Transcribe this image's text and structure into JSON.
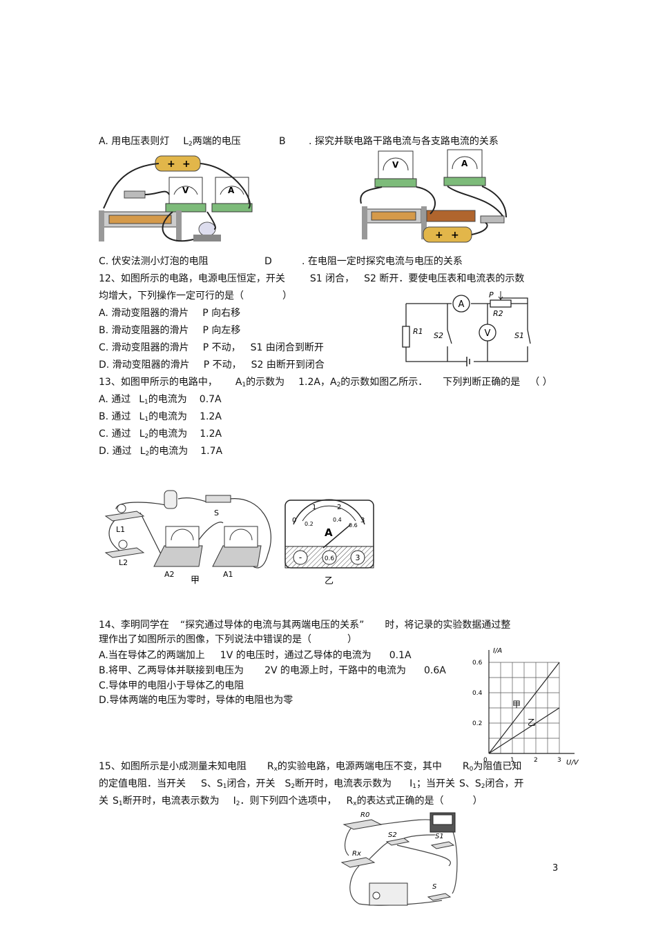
{
  "q11": {
    "optA": "A.  用电压表则灯",
    "optA_var": "L",
    "optA_sub": "2",
    "optA_tail": "两端的电压",
    "optB_letter": "B",
    "optB": ". 探究并联电路干路电流与各支路电流的关系",
    "optC": "C.  伏安法测小灯泡的电阻",
    "optD_letter": "D",
    "optD": ". 在电阻一定时探究电流与电压的关系"
  },
  "q12": {
    "stem1": "12、如图所示的电路，电源电压恒定，开关",
    "stem1b": "S1 闭合，",
    "stem1c": "S2 断开．要使电压表和电流表的示数",
    "stem2": "均增大，下列操作一定可行的是（",
    "stem2end": "）",
    "options": [
      {
        "a": "A.  滑动变阻器的滑片",
        "b": "P 向右移",
        "c": ""
      },
      {
        "a": "B.  滑动变阻器的滑片",
        "b": "P 向左移",
        "c": ""
      },
      {
        "a": "C.  滑动变阻器的滑片",
        "b": "P 不动，",
        "c": "S1 由闭合到断开"
      },
      {
        "a": "D.  滑动变阻器的滑片",
        "b": "P 不动，",
        "c": "S2 由断开到闭合"
      }
    ],
    "circuit_labels": {
      "A": "A",
      "V": "V",
      "P": "P",
      "R1": "R1",
      "R2": "R2",
      "S1": "S1",
      "S2": "S2"
    }
  },
  "q13": {
    "stem": "13、如图甲所示的电路中，",
    "stem_a1": "A",
    "stem_a1sub": "1",
    "stem_mid": "的示数为",
    "stem_val": "1.2A，A",
    "stem_a2sub": "2",
    "stem_tail": "的示数如图乙所示．",
    "stem_q": "下列判断正确的是",
    "stem_paren": "（        ）",
    "options": [
      {
        "pre": "A.  通过",
        "L": "L",
        "sub": "1",
        "mid": "的电流为",
        "val": "0.7A"
      },
      {
        "pre": "B.  通过",
        "L": "L",
        "sub": "1",
        "mid": "的电流为",
        "val": "1.2A"
      },
      {
        "pre": "C.  通过",
        "L": "L",
        "sub": "2",
        "mid": "的电流为",
        "val": "1.2A"
      },
      {
        "pre": "D.  通过",
        "L": "L",
        "sub": "2",
        "mid": "的电流为",
        "val": "1.7A"
      }
    ],
    "fig_labels": {
      "S": "S",
      "L1": "L1",
      "L2": "L2",
      "A2": "A2",
      "A1": "A1",
      "jia": "甲",
      "yi": "乙",
      "meter_A": "A",
      "minus": "-",
      "t06": "0.6",
      "t3": "3",
      "ticks_top": [
        "0",
        "1",
        "2",
        "3"
      ],
      "ticks_bottom": [
        "0.2",
        "0.4",
        "0.6"
      ]
    }
  },
  "q14": {
    "stem1": "14、李明同学在",
    "stem1q": "“探究通过导体的电流与其两端电压的关系”",
    "stem1t": "时，将记录的实验数据通过整",
    "stem2": "理作出了如图所示的图像，下列说法中错误的是（",
    "stem2end": "）",
    "optA": "A.当在导体乙的两端加上",
    "optA2": "1V 的电压时，通过乙导体的电流为",
    "optA3": "0.1A",
    "optB": "B.将甲、乙两导体并联接到电压为",
    "optB2": "2V 的电源上时，干路中的电流为",
    "optB3": "0.6A",
    "optC": "C.导体甲的电阻小于导体乙的电阻",
    "optD": "D.导体两端的电压为零时，导体的电阻也为零"
  },
  "chart_data": {
    "type": "line",
    "title": "",
    "xlabel": "U/V",
    "ylabel": "I/A",
    "xlim": [
      0,
      3
    ],
    "ylim": [
      0,
      0.6
    ],
    "x_ticks": [
      "0",
      "1",
      "2",
      "3"
    ],
    "y_ticks": [
      "0.2",
      "0.4",
      "0.6"
    ],
    "grid": true,
    "series": [
      {
        "name": "甲",
        "x": [
          0,
          3
        ],
        "y": [
          0,
          0.6
        ]
      },
      {
        "name": "乙",
        "x": [
          0,
          3
        ],
        "y": [
          0,
          0.3
        ]
      }
    ]
  },
  "q15": {
    "stem1a": "15、如图所示是小成测量未知电阻",
    "stem1b": "R",
    "stem1bsub": "x",
    "stem1c": "的实验电路，电源两端电压不变，其中",
    "stem1d": "R",
    "stem1dsub": "0",
    "stem1e": "为阻值已知",
    "stem2a": "的定值电阻．当开关",
    "stem2b": "S、S",
    "stem2bsub": "1",
    "stem2c": "闭合，开关",
    "stem2d": "S",
    "stem2dsub": "2",
    "stem2e": "断开时，电流表示数为",
    "stem2f": "I",
    "stem2fsub": "1",
    "stem2g": "；当开关",
    "stem2h": "S、S",
    "stem2hsub": "2",
    "stem2i": "闭合，开",
    "stem3a": "关",
    "stem3b": "S",
    "stem3bsub": "1",
    "stem3c": "断开时，电流表示数为",
    "stem3d": "I",
    "stem3dsub": "2",
    "stem3e": "．则下列四个选项中，",
    "stem3f": "R",
    "stem3fsub": "x",
    "stem3g": "的表达式正确的是（",
    "stem3h": "）",
    "fig_labels": {
      "R0": "R0",
      "Rx": "Rx",
      "S": "S",
      "S1": "S1",
      "S2": "S2"
    }
  },
  "page_number": "3"
}
